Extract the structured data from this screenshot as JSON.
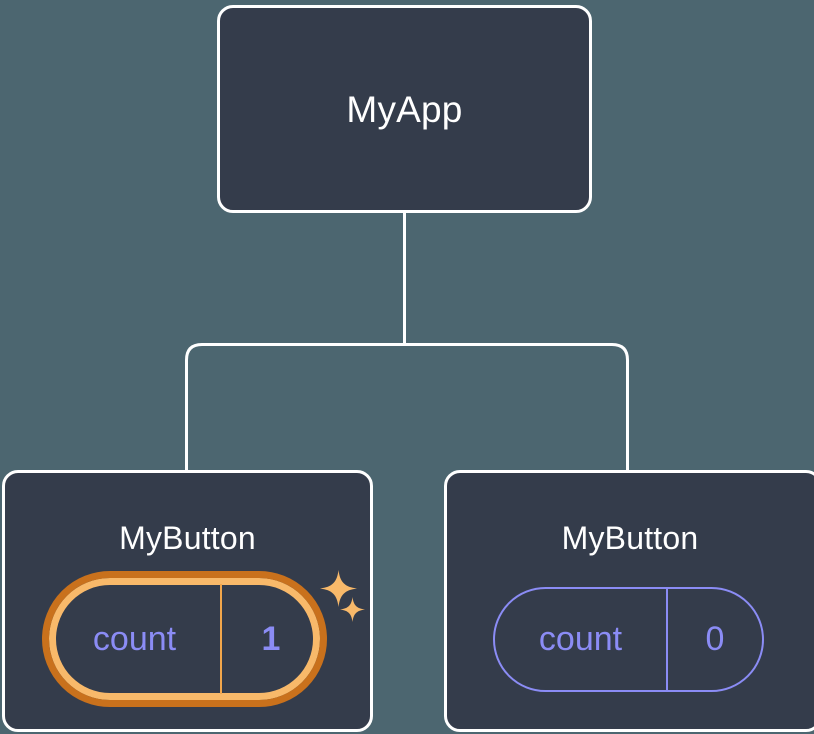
{
  "diagram": {
    "title_text_color": "#ffffff",
    "background_color": "#4c6670",
    "card_fill_color": "#343c4b",
    "highlight_color": "#f8b96a",
    "highlight_outer_color": "#c9711c",
    "state_text_color": "#8b8cf5",
    "connector_color": "#ffffff"
  },
  "root": {
    "label": "MyApp"
  },
  "children": [
    {
      "label": "MyButton",
      "state": {
        "key": "count",
        "value": "1"
      },
      "highlighted": true,
      "sparkles": [
        "sparkle-large",
        "sparkle-small"
      ]
    },
    {
      "label": "MyButton",
      "state": {
        "key": "count",
        "value": "0"
      },
      "highlighted": false,
      "sparkles": []
    }
  ]
}
